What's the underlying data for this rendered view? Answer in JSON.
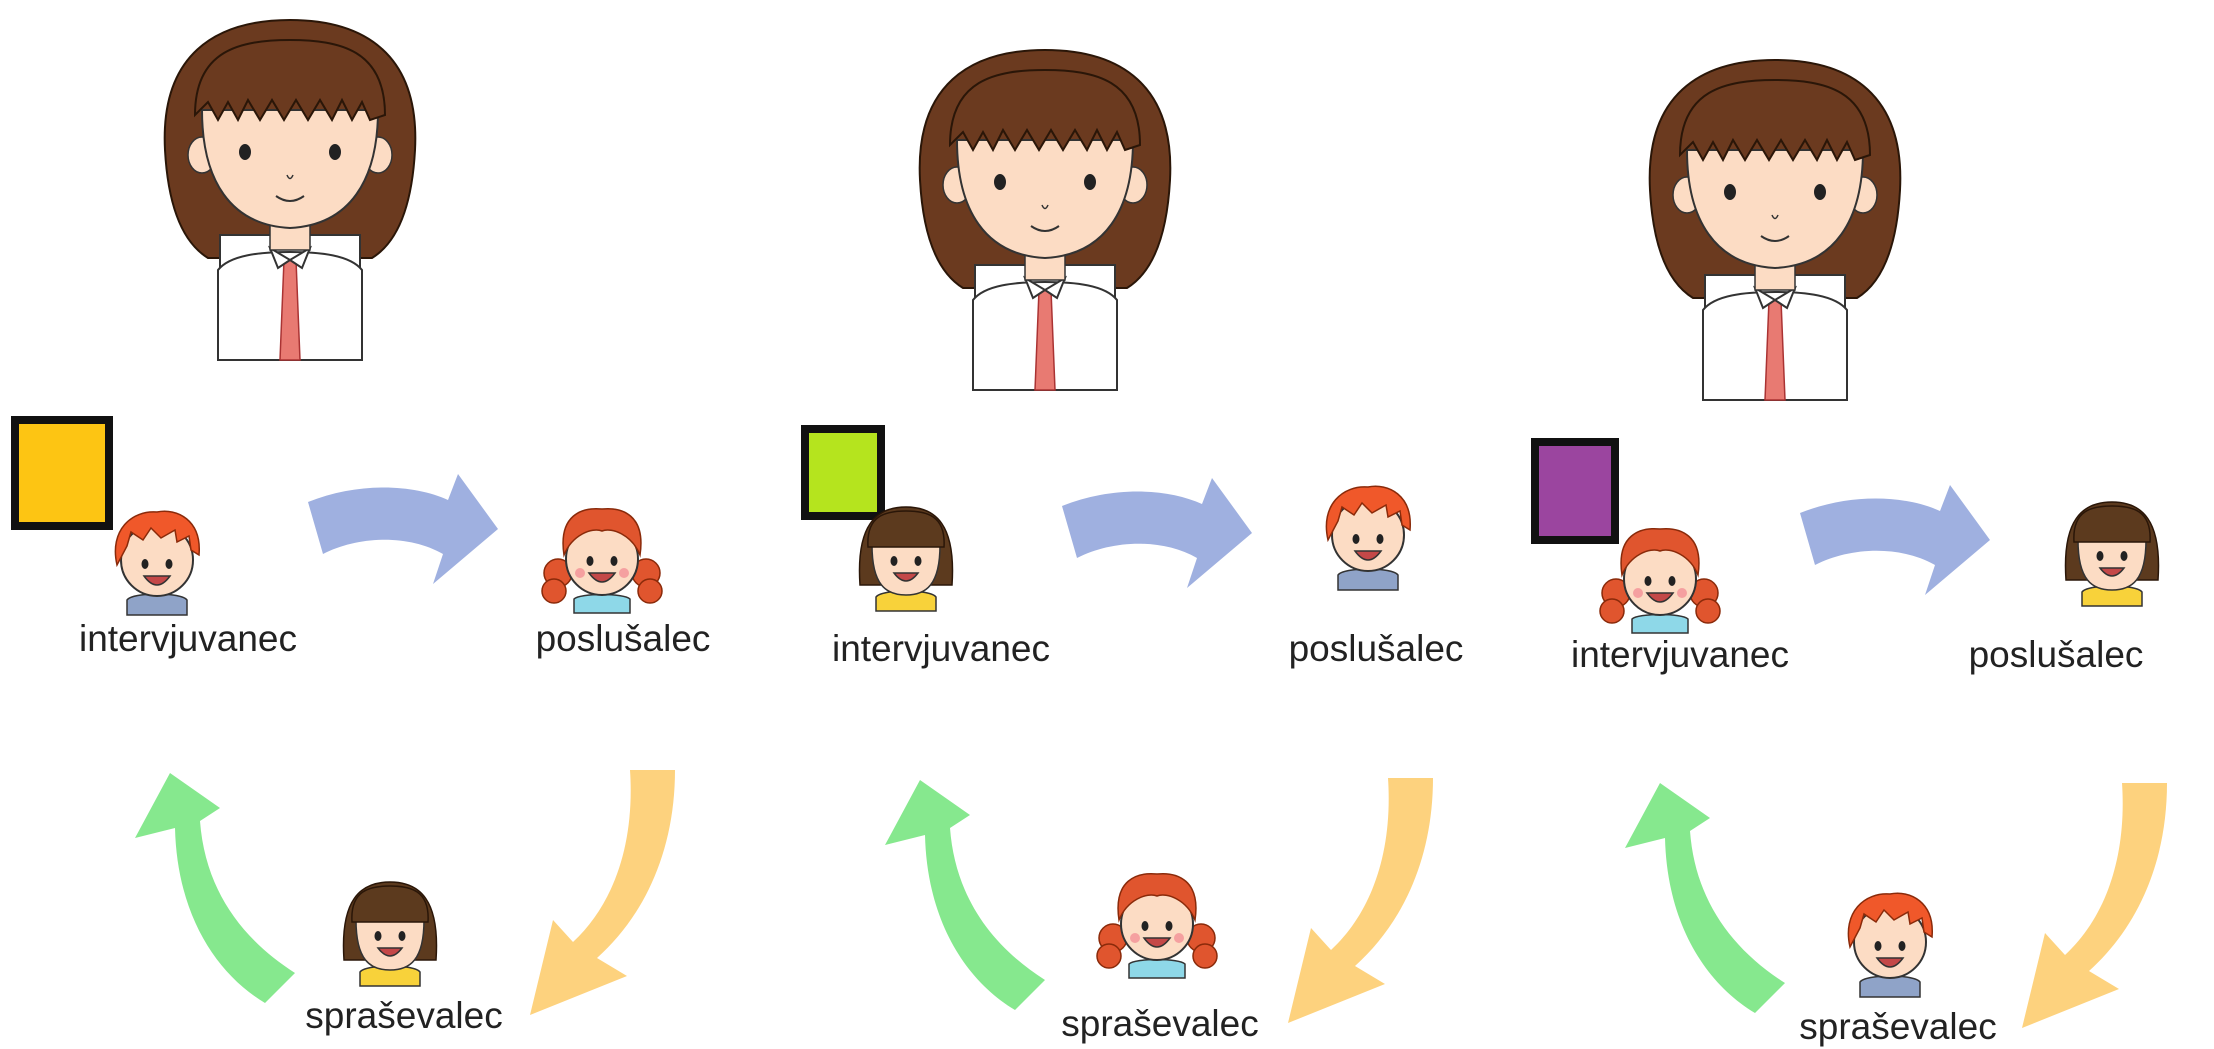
{
  "panels": [
    {
      "swatch_color": "#FDC513",
      "roles": {
        "interviewee": "intervjuvanec",
        "listener": "poslušalec",
        "questioner": "spraševalec"
      },
      "role_icons": {
        "interviewee": "boy-icon",
        "listener": "curly-girl-icon",
        "questioner": "bob-girl-icon"
      }
    },
    {
      "swatch_color": "#B5E41E",
      "roles": {
        "interviewee": "intervjuvanec",
        "listener": "poslušalec",
        "questioner": "spraševalec"
      },
      "role_icons": {
        "interviewee": "bob-girl-icon",
        "listener": "boy-icon",
        "questioner": "curly-girl-icon"
      }
    },
    {
      "swatch_color": "#9B459F",
      "roles": {
        "interviewee": "intervjuvanec",
        "listener": "poslušalec",
        "questioner": "spraševalec"
      },
      "role_icons": {
        "interviewee": "curly-girl-icon",
        "listener": "bob-girl-icon",
        "questioner": "boy-icon"
      }
    }
  ],
  "arrow_colors": {
    "right": "#9FB0E0",
    "down": "#FDD27E",
    "up": "#86E88E"
  },
  "teacher_icon": "teacher-girl-icon"
}
